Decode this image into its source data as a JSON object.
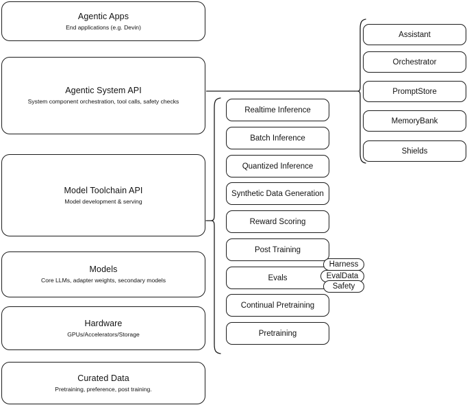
{
  "diagram": {
    "title": "Agentic AI Stack Architecture",
    "stroke_color": "#1a1a1a",
    "text_color": "#111111",
    "background_color": "#ffffff"
  },
  "left_stack": {
    "name": "platform-layers",
    "layers": [
      {
        "id": "agentic-apps",
        "title": "Agentic Apps",
        "subtitle": "End applications (e.g. Devin)"
      },
      {
        "id": "agentic-system-api",
        "title": "Agentic System API",
        "subtitle": "System component orchestration, tool calls, safety checks"
      },
      {
        "id": "model-toolchain-api",
        "title": "Model Toolchain API",
        "subtitle": "Model development & serving"
      },
      {
        "id": "models",
        "title": "Models",
        "subtitle": "Core LLMs, adapter weights, secondary models"
      },
      {
        "id": "hardware",
        "title": "Hardware",
        "subtitle": "GPUs/Accelerators/Storage"
      },
      {
        "id": "curated-data",
        "title": "Curated Data",
        "subtitle": "Pretraining, preference, post training."
      }
    ]
  },
  "middle_stack": {
    "name": "model-toolchain-components",
    "parent": "model-toolchain-api",
    "items": [
      {
        "id": "realtime-inference",
        "label": "Realtime Inference"
      },
      {
        "id": "batch-inference",
        "label": "Batch Inference"
      },
      {
        "id": "quantized-inference",
        "label": "Quantized Inference"
      },
      {
        "id": "synthetic-data-generation",
        "label": "Synthetic Data Generation"
      },
      {
        "id": "reward-scoring",
        "label": "Reward Scoring"
      },
      {
        "id": "post-training",
        "label": "Post Training"
      },
      {
        "id": "evals",
        "label": "Evals"
      },
      {
        "id": "continual-pretraining",
        "label": "Continual Pretraining"
      },
      {
        "id": "pretraining",
        "label": "Pretraining"
      }
    ]
  },
  "right_stack": {
    "name": "agentic-system-components",
    "parent": "agentic-system-api",
    "items": [
      {
        "id": "assistant",
        "label": "Assistant"
      },
      {
        "id": "orchestrator",
        "label": "Orchestrator"
      },
      {
        "id": "promptstore",
        "label": "PromptStore"
      },
      {
        "id": "memorybank",
        "label": "MemoryBank"
      },
      {
        "id": "shields",
        "label": "Shields"
      }
    ]
  },
  "eval_pills": {
    "name": "evals-subcomponents",
    "parent": "evals",
    "items": [
      {
        "id": "harness",
        "label": "Harness"
      },
      {
        "id": "evaldata",
        "label": "EvalData"
      },
      {
        "id": "safety",
        "label": "Safety"
      }
    ]
  }
}
